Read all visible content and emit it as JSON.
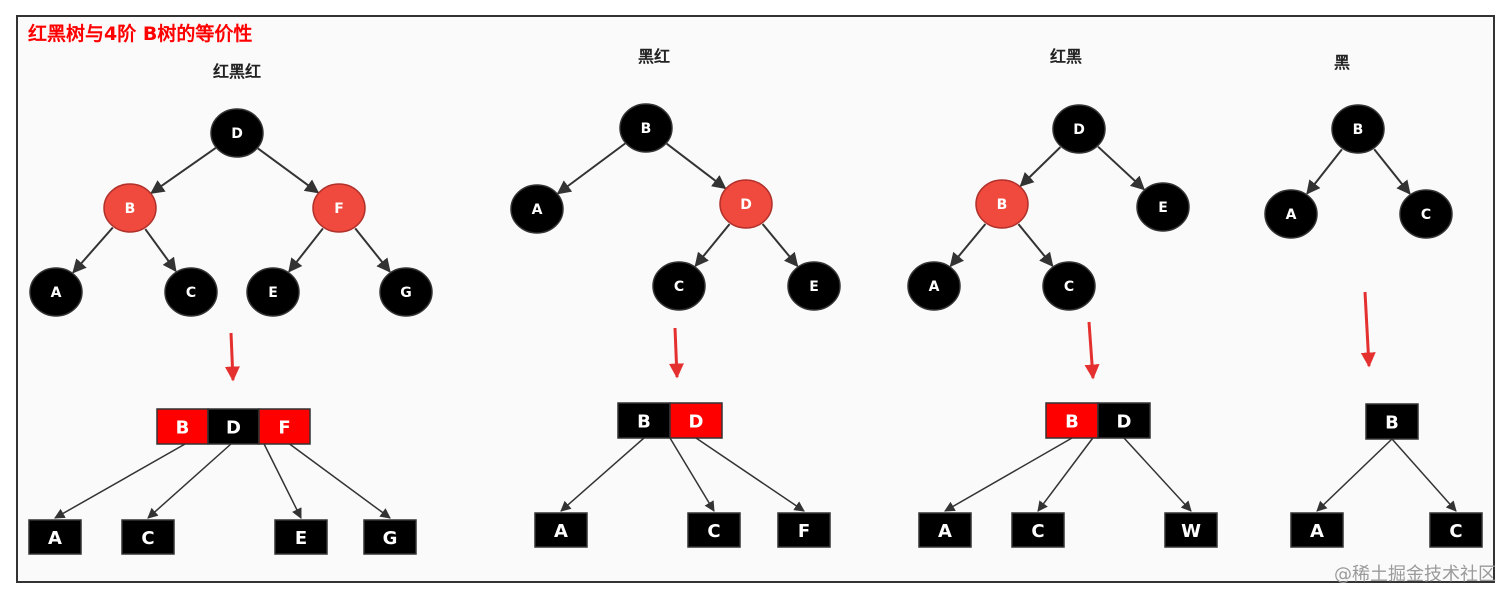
{
  "title": "红黑树与4阶 B树的等价性",
  "watermark": "@稀土掘金技术社区",
  "colors": {
    "red": "#f04a3e",
    "key_red": "#ff0000",
    "black": "#000000",
    "title_red": "#ff0000",
    "frame": "#333333",
    "edge": "#333333",
    "arrow": "#e53030"
  },
  "panels": [
    {
      "label": "红黑红",
      "tree_nodes": [
        {
          "id": "D",
          "color": "black"
        },
        {
          "id": "B",
          "color": "red"
        },
        {
          "id": "F",
          "color": "red"
        },
        {
          "id": "A",
          "color": "black"
        },
        {
          "id": "C",
          "color": "black"
        },
        {
          "id": "E",
          "color": "black"
        },
        {
          "id": "G",
          "color": "black"
        }
      ],
      "tree_edges": [
        [
          "D",
          "B"
        ],
        [
          "D",
          "F"
        ],
        [
          "B",
          "A"
        ],
        [
          "B",
          "C"
        ],
        [
          "F",
          "E"
        ],
        [
          "F",
          "G"
        ]
      ],
      "btree_keys": [
        {
          "label": "B",
          "color": "red"
        },
        {
          "label": "D",
          "color": "black"
        },
        {
          "label": "F",
          "color": "red"
        }
      ],
      "btree_children": [
        "A",
        "C",
        "E",
        "G"
      ]
    },
    {
      "label": "黑红",
      "tree_nodes": [
        {
          "id": "B",
          "color": "black"
        },
        {
          "id": "A",
          "color": "black"
        },
        {
          "id": "D",
          "color": "red"
        },
        {
          "id": "C",
          "color": "black"
        },
        {
          "id": "E",
          "color": "black"
        }
      ],
      "tree_edges": [
        [
          "B",
          "A"
        ],
        [
          "B",
          "D"
        ],
        [
          "D",
          "C"
        ],
        [
          "D",
          "E"
        ]
      ],
      "btree_keys": [
        {
          "label": "B",
          "color": "black"
        },
        {
          "label": "D",
          "color": "red"
        }
      ],
      "btree_children": [
        "A",
        "C",
        "F"
      ]
    },
    {
      "label": "红黑",
      "tree_nodes": [
        {
          "id": "D",
          "color": "black"
        },
        {
          "id": "B",
          "color": "red"
        },
        {
          "id": "E",
          "color": "black"
        },
        {
          "id": "A",
          "color": "black"
        },
        {
          "id": "C",
          "color": "black"
        }
      ],
      "tree_edges": [
        [
          "D",
          "B"
        ],
        [
          "D",
          "E"
        ],
        [
          "B",
          "A"
        ],
        [
          "B",
          "C"
        ]
      ],
      "btree_keys": [
        {
          "label": "B",
          "color": "red"
        },
        {
          "label": "D",
          "color": "black"
        }
      ],
      "btree_children": [
        "A",
        "C",
        "W"
      ]
    },
    {
      "label": "黑",
      "tree_nodes": [
        {
          "id": "B",
          "color": "black"
        },
        {
          "id": "A",
          "color": "black"
        },
        {
          "id": "C",
          "color": "black"
        }
      ],
      "tree_edges": [
        [
          "B",
          "A"
        ],
        [
          "B",
          "C"
        ]
      ],
      "btree_keys": [
        {
          "label": "B",
          "color": "black"
        }
      ],
      "btree_children": [
        "A",
        "C"
      ]
    }
  ]
}
